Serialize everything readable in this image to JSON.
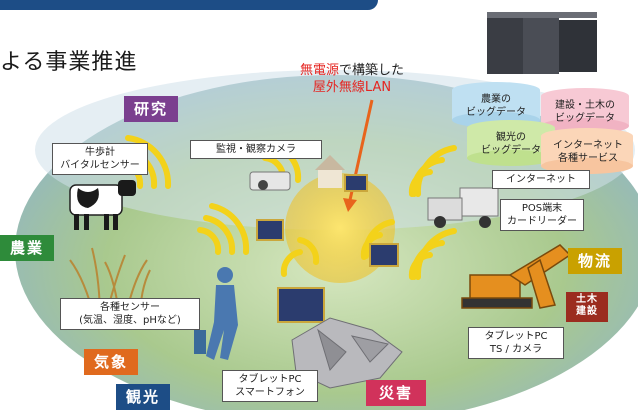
{
  "header": {
    "title": "よる事業推進"
  },
  "annotation": {
    "line1_red": "無電源",
    "line1_black": "で構築した",
    "line2_red": "屋外無線LAN"
  },
  "big_data": [
    {
      "text": "農業の\nビッグデータ",
      "color": "#bfe0f2"
    },
    {
      "text": "建設・土木の\nビッグデータ",
      "color": "#f7c9d4"
    },
    {
      "text": "観光の\nビッグデータ",
      "color": "#cfe9a8"
    },
    {
      "text": "インターネット\n各種サービス",
      "color": "#fbd6b8"
    }
  ],
  "labels": {
    "pedometer": "牛歩計\nバイタルセンサー",
    "camera": "監視・観察カメラ",
    "internet": "インターネット",
    "pos": "POS端末\nカードリーダー",
    "sensors": "各種センサー\n(気温、湿度、pHなど)",
    "tablet_ts": "タブレットPC\nTS / カメラ",
    "tablet_phone": "タブレットPC\nスマートフォン"
  },
  "tags": {
    "research": "研究",
    "agriculture": "農業",
    "weather": "気象",
    "tourism": "観光",
    "logistics": "物流",
    "civil": "土木\n建設",
    "disaster": "災害"
  },
  "colors": {
    "research": "#7b3f8f",
    "agriculture": "#2e8b3a",
    "weather": "#e06a1e",
    "tourism": "#1d4d86",
    "logistics": "#c9a100",
    "civil": "#9b2c1f",
    "disaster": "#d1325b",
    "wifi": "#f3d21a",
    "annotation_red": "#e52521"
  }
}
